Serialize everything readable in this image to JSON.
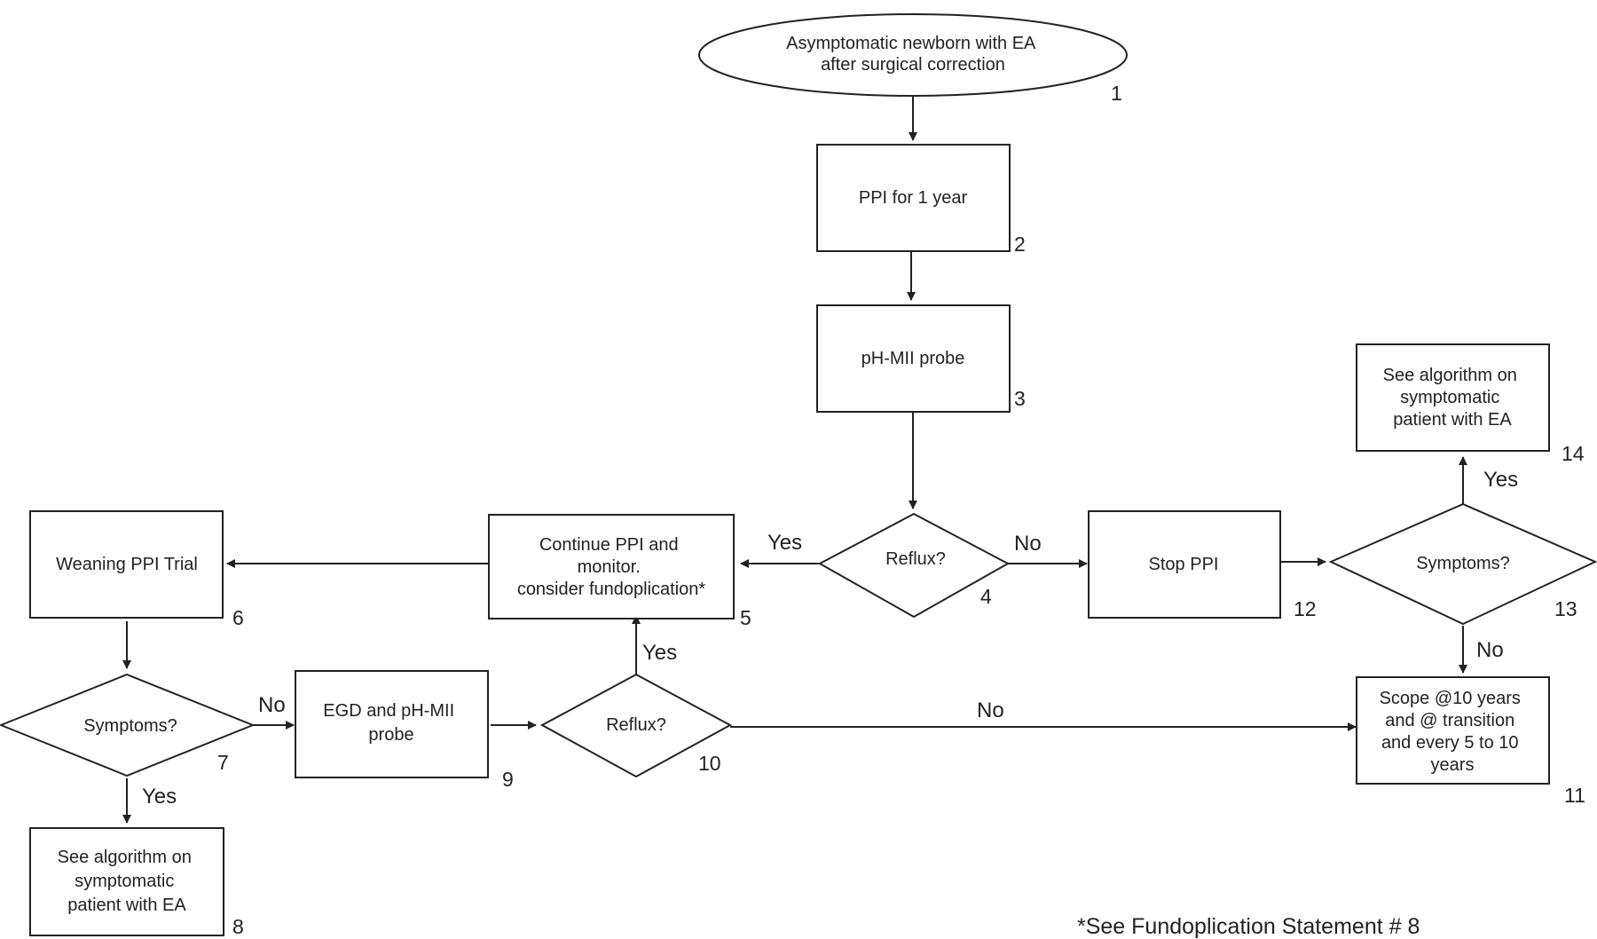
{
  "nodes": {
    "n1": {
      "lines": [
        "Asymptomatic newborn with EA",
        "after surgical correction"
      ],
      "number": "1"
    },
    "n2": {
      "lines": [
        "PPI for 1 year"
      ],
      "number": "2"
    },
    "n3": {
      "lines": [
        "pH-MII probe"
      ],
      "number": "3"
    },
    "n4": {
      "lines": [
        "Reflux?"
      ],
      "number": "4"
    },
    "n5": {
      "lines": [
        "Continue PPI and",
        "monitor.",
        "consider fundoplication*"
      ],
      "number": "5"
    },
    "n6": {
      "lines": [
        "Weaning PPI Trial"
      ],
      "number": "6"
    },
    "n7": {
      "lines": [
        "Symptoms?"
      ],
      "number": "7"
    },
    "n8": {
      "lines": [
        "See algorithm on",
        "symptomatic",
        "patient with EA"
      ],
      "number": "8"
    },
    "n9": {
      "lines": [
        "EGD and pH-MII",
        "probe"
      ],
      "number": "9"
    },
    "n10": {
      "lines": [
        "Reflux?"
      ],
      "number": "10"
    },
    "n11": {
      "lines": [
        "Scope @10 years",
        "and @ transition",
        "and every 5 to 10",
        "years"
      ],
      "number": "11"
    },
    "n12": {
      "lines": [
        "Stop PPI"
      ],
      "number": "12"
    },
    "n13": {
      "lines": [
        "Symptoms?"
      ],
      "number": "13"
    },
    "n14": {
      "lines": [
        "See algorithm on",
        "symptomatic",
        "patient with EA"
      ],
      "number": "14"
    }
  },
  "edge_labels": {
    "reflux4_yes": "Yes",
    "reflux4_no": "No",
    "symptoms7_no": "No",
    "symptoms7_yes": "Yes",
    "reflux10_yes": "Yes",
    "reflux10_no": "No",
    "symptoms13_yes": "Yes",
    "symptoms13_no": "No"
  },
  "footnote": "*See Fundoplication Statement # 8"
}
